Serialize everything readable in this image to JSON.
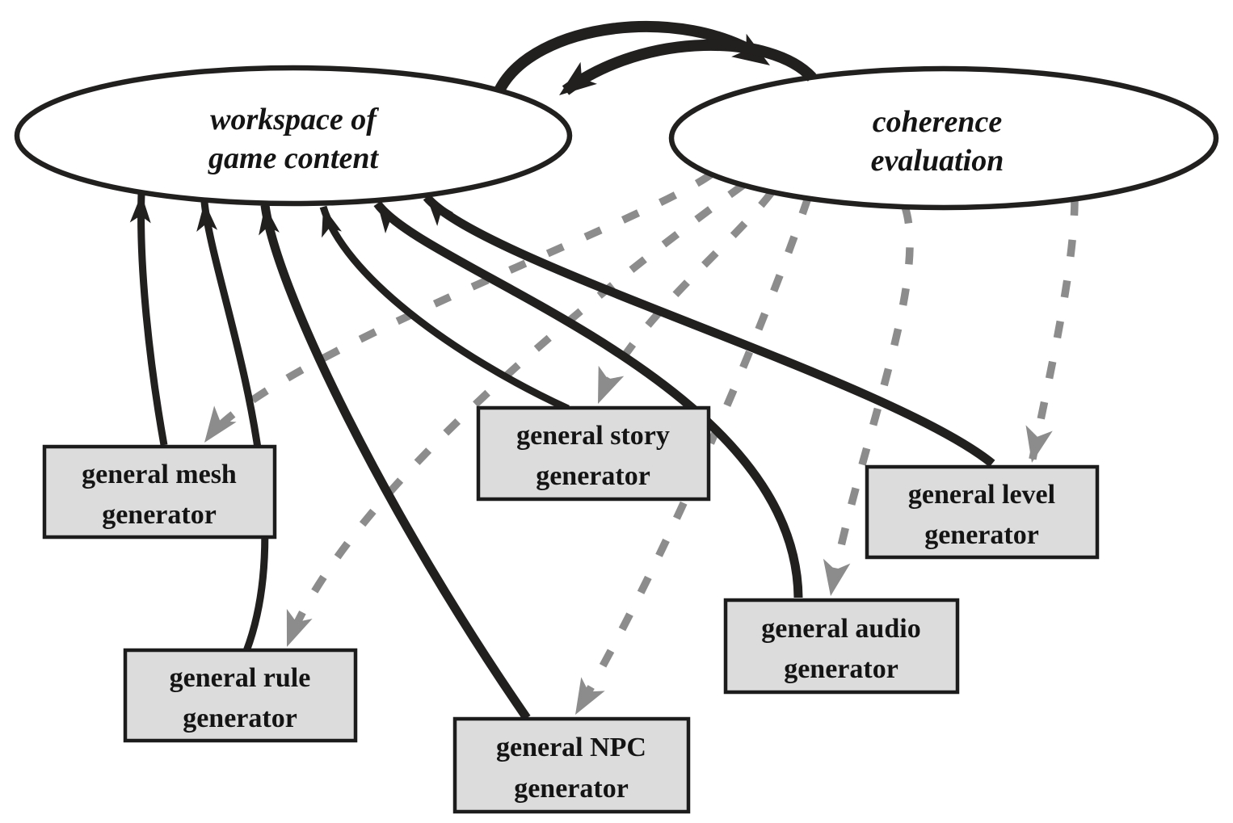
{
  "diagram": {
    "ellipses": {
      "workspace": {
        "line1": "workspace of",
        "line2": "game content"
      },
      "coherence": {
        "line1": "coherence",
        "line2": "evaluation"
      }
    },
    "generators": [
      {
        "id": "mesh",
        "line1": "general mesh",
        "line2": "generator"
      },
      {
        "id": "rule",
        "line1": "general rule",
        "line2": "generator"
      },
      {
        "id": "story",
        "line1": "general story",
        "line2": "generator"
      },
      {
        "id": "npc",
        "line1": "general NPC",
        "line2": "generator"
      },
      {
        "id": "audio",
        "line1": "general audio",
        "line2": "generator"
      },
      {
        "id": "level",
        "line1": "general level",
        "line2": "generator"
      }
    ],
    "connections": {
      "bidirectional": [
        "workspace of game content <-> coherence evaluation"
      ],
      "solid_black_arrows": "each generator -> workspace of game content",
      "dashed_gray_arrows": "coherence evaluation -> each generator"
    },
    "colors": {
      "background": "#ffffff",
      "ellipse_fill": "#ffffff",
      "ellipse_border": "#221f1f",
      "box_fill": "#dcdcdc",
      "box_border": "#1c1c1c",
      "solid_arrow": "#221f1f",
      "dashed_arrow": "#8c8c8c",
      "text": "#141414"
    }
  }
}
